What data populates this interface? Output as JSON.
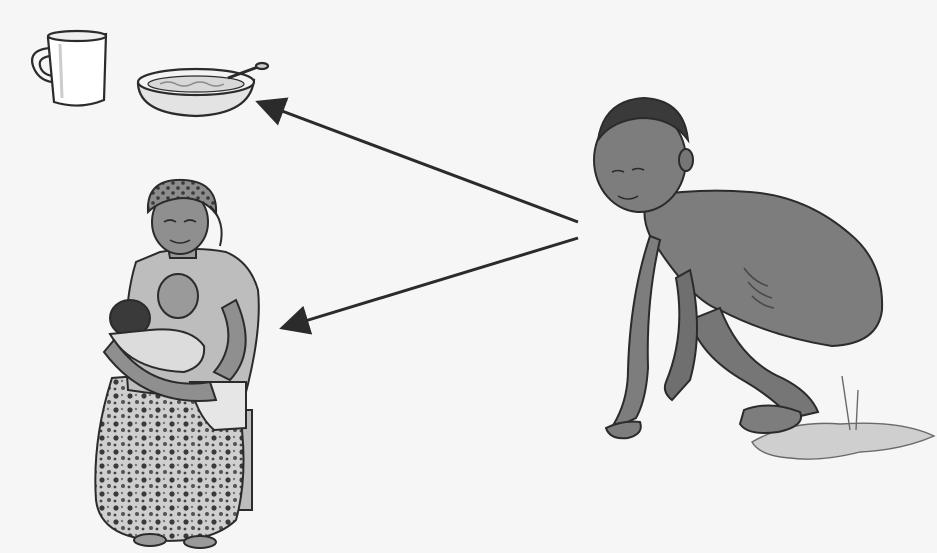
{
  "illustration": {
    "figures": [
      {
        "id": "cup",
        "icon": "cup-icon"
      },
      {
        "id": "bowl",
        "icon": "food-bowl-icon"
      },
      {
        "id": "mother",
        "icon": "breastfeeding-mother-icon"
      },
      {
        "id": "child",
        "icon": "squatting-child-icon"
      },
      {
        "id": "stool",
        "icon": "diarrhoea-puddle-icon"
      }
    ],
    "arrows": [
      {
        "from": "child",
        "to": "bowl"
      },
      {
        "from": "child",
        "to": "mother"
      }
    ],
    "colors": {
      "background": "#f6f6f6",
      "ink": "#2b2b2b",
      "skin_child": "#7d7d7d",
      "skin_mother": "#9a9a9a",
      "dress_light": "#d9d9d9",
      "puddle": "#cfcfcf"
    }
  }
}
